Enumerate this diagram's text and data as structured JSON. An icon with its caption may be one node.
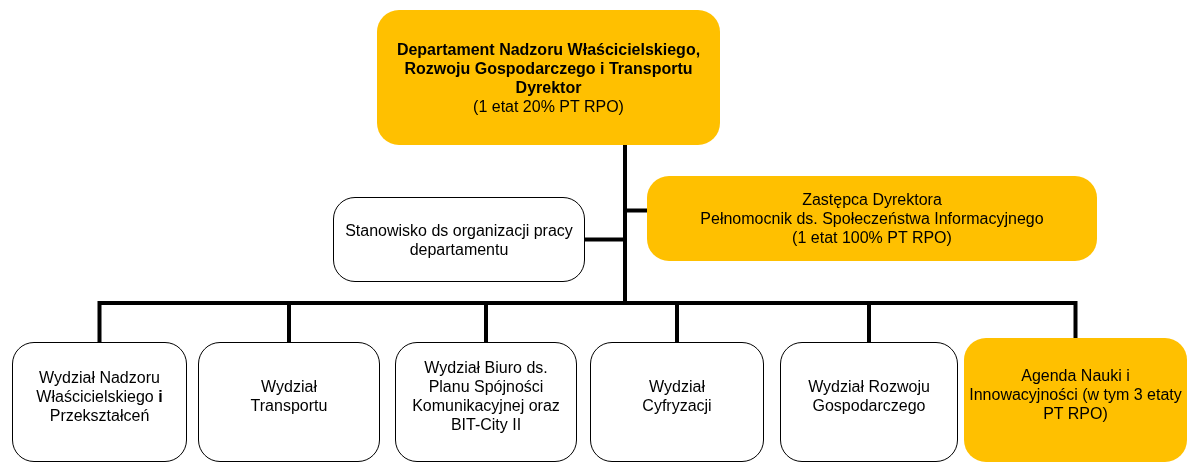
{
  "diagram": {
    "nodes": [
      {
        "text": [
          "Departament Nadzoru Właścicielskiego, Rozwoju Gospodarczego i Transportu Dyrektor",
          "(1 etat 20% PT RPO)"
        ]
      },
      {
        "text": [
          "Stanowisko ds organizacji pracy departamentu"
        ]
      },
      {
        "text": [
          "Zastępca Dyrektora",
          "Pełnomocnik ds. Społeczeństwa Informacyjnego",
          "(1 etat 100% PT RPO)"
        ]
      },
      {
        "text": [
          "Wydział Nadzoru Właścicielskiego **i** Przekształceń"
        ]
      },
      {
        "text": [
          "Wydział Transportu"
        ]
      },
      {
        "text": [
          "Wydział Biuro ds. Planu Spójności Komunikacyjnej oraz BIT-City II"
        ]
      },
      {
        "text": [
          "Wydział Cyfryzacji"
        ]
      },
      {
        "text": [
          "Wydział Rozwoju Gospodarczego"
        ]
      },
      {
        "text": [
          "Agenda Nauki i Innowacyjności (w tym 3 etaty PT RPO)"
        ]
      }
    ],
    "edges": [
      {
        "from": 0,
        "to": 1,
        "arrow": "none"
      },
      {
        "from": 0,
        "to": 2,
        "arrow": "none"
      },
      {
        "from": 0,
        "to": 3,
        "arrow": "none"
      },
      {
        "from": 0,
        "to": 4,
        "arrow": "none"
      },
      {
        "from": 0,
        "to": 5,
        "arrow": "none"
      },
      {
        "from": 0,
        "to": 6,
        "arrow": "none"
      },
      {
        "from": 0,
        "to": 7,
        "arrow": "none"
      },
      {
        "from": 0,
        "to": 8,
        "arrow": "none"
      }
    ]
  }
}
